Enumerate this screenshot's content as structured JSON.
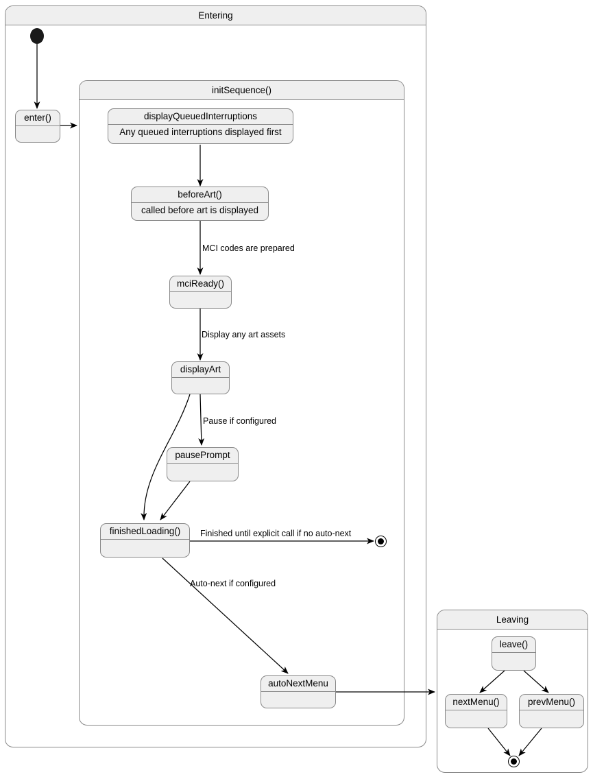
{
  "diagram": {
    "title": "Entering",
    "type": "uml-state-machine"
  },
  "regions": {
    "entering": {
      "label": "Entering"
    },
    "init_sequence": {
      "label": "initSequence()"
    },
    "leaving": {
      "label": "Leaving"
    }
  },
  "states": {
    "enter": {
      "title": "enter()",
      "body": ""
    },
    "display_queued_interruptions": {
      "title": "displayQueuedInterruptions",
      "body": "Any queued interruptions displayed first"
    },
    "before_art": {
      "title": "beforeArt()",
      "body": "called before art is displayed"
    },
    "mci_ready": {
      "title": "mciReady()",
      "body": ""
    },
    "display_art": {
      "title": "displayArt",
      "body": ""
    },
    "pause_prompt": {
      "title": "pausePrompt",
      "body": ""
    },
    "finished_loading": {
      "title": "finishedLoading()",
      "body": ""
    },
    "auto_next_menu": {
      "title": "autoNextMenu",
      "body": ""
    },
    "leave": {
      "title": "leave()",
      "body": ""
    },
    "next_menu": {
      "title": "nextMenu()",
      "body": ""
    },
    "prev_menu": {
      "title": "prevMenu()",
      "body": ""
    }
  },
  "transitions": {
    "mci_prepared": {
      "label": "MCI codes are prepared"
    },
    "display_art_assets": {
      "label": "Display any art assets"
    },
    "pause_if_configured": {
      "label": "Pause if configured"
    },
    "finished_until_explicit": {
      "label": "Finished until explicit call if no auto-next"
    },
    "auto_next_if_configured": {
      "label": "Auto-next if configured"
    }
  },
  "colors": {
    "state_fill": "#efefef",
    "state_border": "#888888",
    "region_border": "#888888",
    "edge_stroke": "#000000",
    "text": "#000000",
    "canvas": "#ffffff"
  }
}
